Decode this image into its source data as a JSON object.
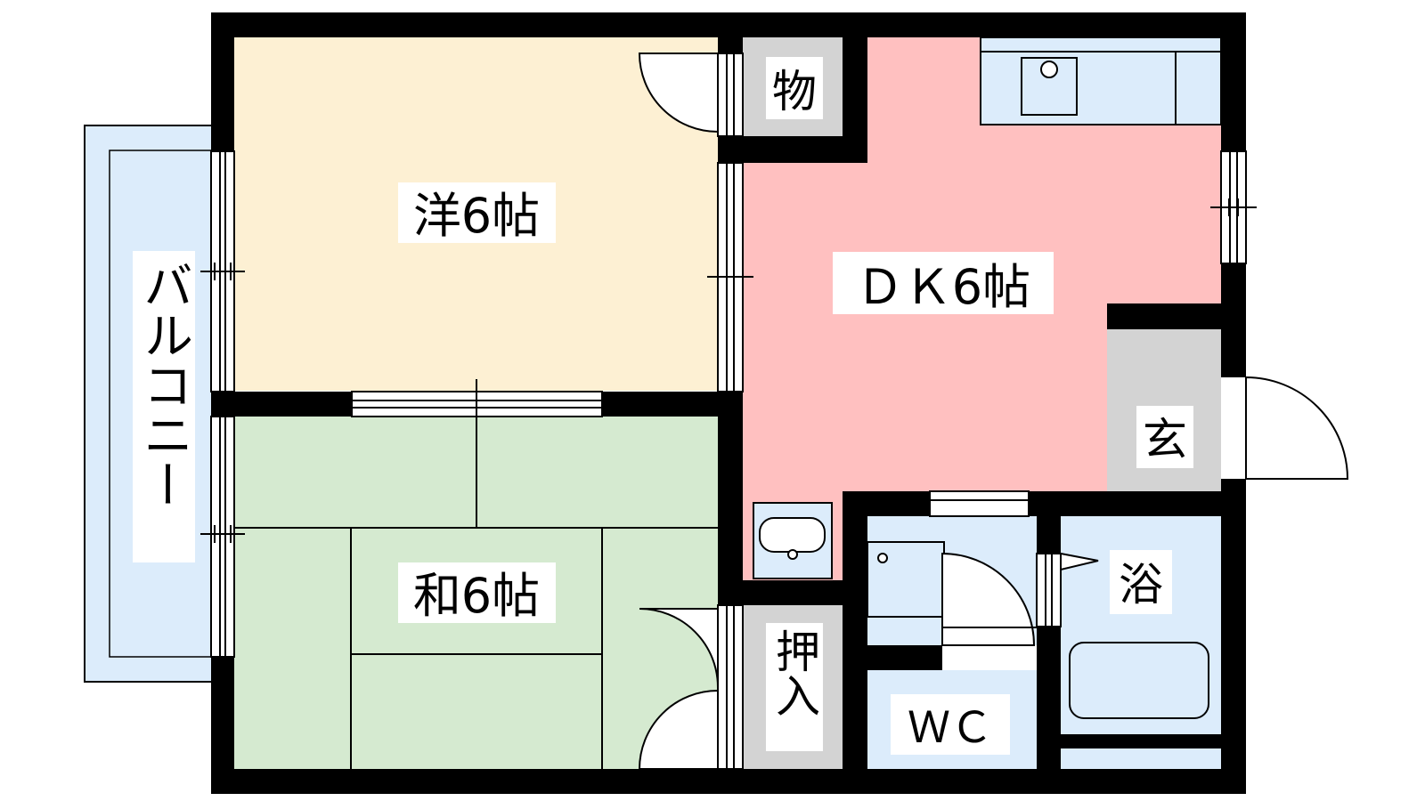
{
  "floorplan": {
    "rooms": {
      "western": "洋6帖",
      "japanese": "和6帖",
      "dining_kitchen": "ＤＫ6帖",
      "storage": "物",
      "closet": "押入",
      "entrance": "玄",
      "bath": "浴",
      "toilet": "ＷＣ",
      "balcony": "バルコニー"
    },
    "colors": {
      "western": "#fdf0d3",
      "japanese": "#d5ead0",
      "dining_kitchen": "#ffc0c0",
      "wet_area": "#dcecfb",
      "storage_gray": "#d3d3d3",
      "wall": "#000000"
    }
  }
}
